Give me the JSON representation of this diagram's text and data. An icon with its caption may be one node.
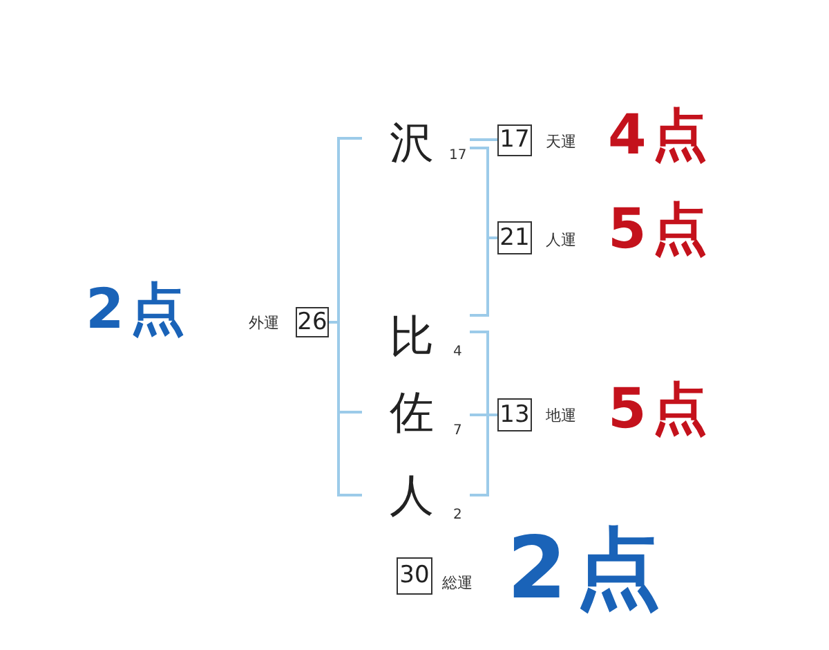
{
  "diagram": {
    "nodes": [
      {
        "text": [
          "26"
        ],
        "beside": [
          "外運",
          "2点"
        ]
      },
      {
        "text": [
          "沢"
        ],
        "beside": [
          "17"
        ]
      },
      {
        "text": [
          "比"
        ],
        "beside": [
          "4"
        ]
      },
      {
        "text": [
          "佐"
        ],
        "beside": [
          "7"
        ]
      },
      {
        "text": [
          "人"
        ],
        "beside": [
          "2"
        ]
      },
      {
        "text": [
          "17"
        ],
        "beside": [
          "天運",
          "4点"
        ]
      },
      {
        "text": [
          "21"
        ],
        "beside": [
          "人運",
          "5点"
        ]
      },
      {
        "text": [
          "13"
        ],
        "beside": [
          "地運",
          "5点"
        ]
      },
      {
        "text": [
          "30"
        ],
        "beside": [
          "総運",
          "2点"
        ]
      }
    ],
    "edges": [
      {
        "from": 1,
        "to": 5,
        "arrow": "none"
      },
      {
        "from": 1,
        "to": 6,
        "arrow": "none"
      },
      {
        "from": 2,
        "to": 6,
        "arrow": "none"
      },
      {
        "from": 2,
        "to": 7,
        "arrow": "none"
      },
      {
        "from": 3,
        "to": 7,
        "arrow": "none"
      },
      {
        "from": 4,
        "to": 7,
        "arrow": "none"
      },
      {
        "from": 1,
        "to": 0,
        "arrow": "none"
      },
      {
        "from": 3,
        "to": 0,
        "arrow": "none"
      },
      {
        "from": 4,
        "to": 0,
        "arrow": "none"
      }
    ]
  }
}
